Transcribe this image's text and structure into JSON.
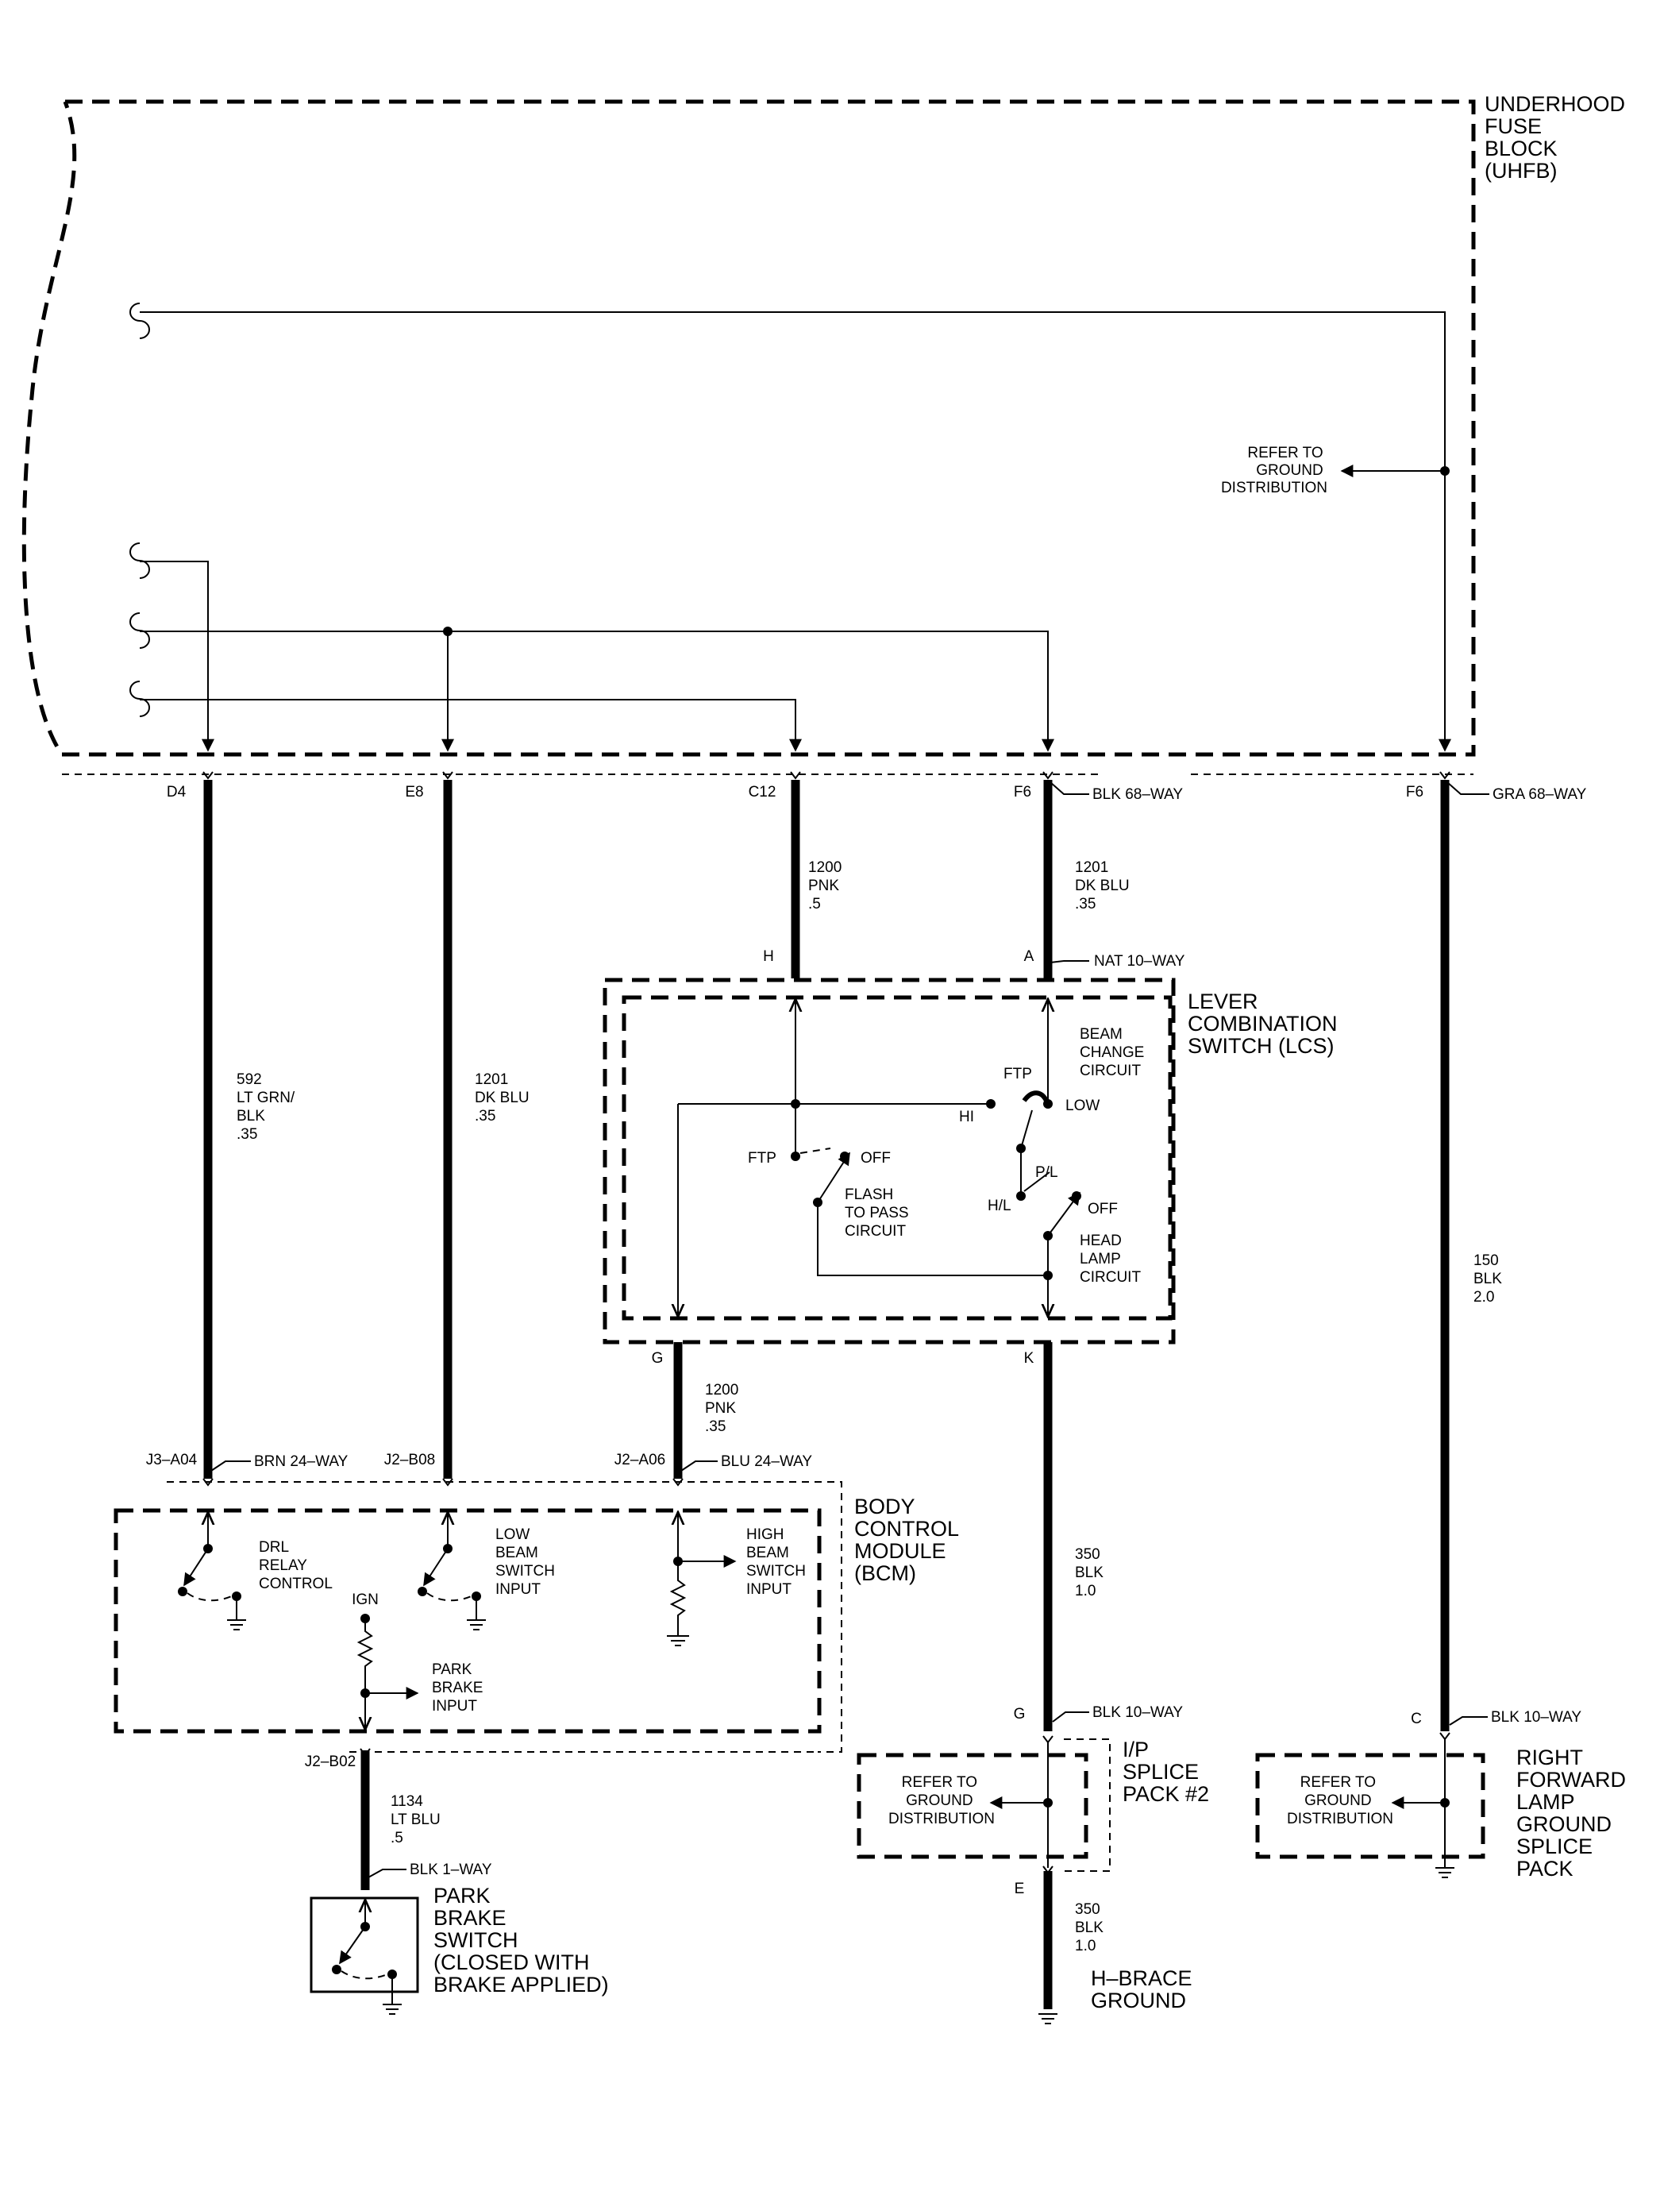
{
  "uhfb": {
    "title": [
      "UNDERHOOD",
      "FUSE",
      "BLOCK",
      "(UHFB)"
    ]
  },
  "refer_ground": [
    "REFER TO",
    "GROUND",
    "DISTRIBUTION"
  ],
  "connectors": {
    "uhfb_pins": {
      "d4": "D4",
      "e8": "E8",
      "c12": "C12",
      "f6_blk": "F6",
      "f6_gra": "F6"
    },
    "blk68": "BLK 68–WAY",
    "gra68": "GRA 68–WAY",
    "nat10": "NAT 10–WAY",
    "lcs_pins": {
      "h": "H",
      "a": "A",
      "g": "G",
      "k": "K"
    },
    "bcm_pins": {
      "j3a04": "J3–A04",
      "j2b08": "J2–B08",
      "j2a06": "J2–A06",
      "j2b02": "J2–B02"
    },
    "brn24": "BRN 24–WAY",
    "blu24": "BLU 24–WAY",
    "blk1": "BLK 1–WAY",
    "blk10_g": "BLK 10–WAY",
    "blk10_c": "BLK 10–WAY",
    "splice_pins": {
      "g": "G",
      "e": "E",
      "c": "C"
    }
  },
  "wires": {
    "w592": [
      "592",
      "LT GRN/",
      "BLK",
      ".35"
    ],
    "w1201_left": [
      "1201",
      "DK BLU",
      ".35"
    ],
    "w1200_top": [
      "1200",
      "PNK",
      ".5"
    ],
    "w1201_top": [
      "1201",
      "DK BLU",
      ".35"
    ],
    "w1200_bottom": [
      "1200",
      "PNK",
      ".35"
    ],
    "w350_top": [
      "350",
      "BLK",
      "1.0"
    ],
    "w350_bottom": [
      "350",
      "BLK",
      "1.0"
    ],
    "w150": [
      "150",
      "BLK",
      "2.0"
    ],
    "w1134": [
      "1134",
      "LT BLU",
      ".5"
    ]
  },
  "lcs": {
    "title": [
      "LEVER",
      "COMBINATION",
      "SWITCH (LCS)"
    ],
    "beam_change": [
      "BEAM",
      "CHANGE",
      "CIRCUIT"
    ],
    "ftp_top": "FTP",
    "hi": "HI",
    "low": "LOW",
    "ftp_left": "FTP",
    "off_left": "OFF",
    "flash": [
      "FLASH",
      "TO PASS",
      "CIRCUIT"
    ],
    "pl": "P/L",
    "hl": "H/L",
    "off_right": "OFF",
    "head_lamp": [
      "HEAD",
      "LAMP",
      "CIRCUIT"
    ]
  },
  "bcm": {
    "title": [
      "BODY",
      "CONTROL",
      "MODULE",
      "(BCM)"
    ],
    "drl": [
      "DRL",
      "RELAY",
      "CONTROL"
    ],
    "low_beam": [
      "LOW",
      "BEAM",
      "SWITCH",
      "INPUT"
    ],
    "high_beam": [
      "HIGH",
      "BEAM",
      "SWITCH",
      "INPUT"
    ],
    "ign": "IGN",
    "park_input": [
      "PARK",
      "BRAKE",
      "INPUT"
    ]
  },
  "park_switch": {
    "label": [
      "PARK",
      "BRAKE",
      "SWITCH",
      "(CLOSED WITH",
      "BRAKE APPLIED)"
    ]
  },
  "ip_splice": {
    "label": [
      "I/P",
      "SPLICE",
      "PACK #2"
    ]
  },
  "rf_splice": {
    "label": [
      "RIGHT",
      "FORWARD",
      "LAMP",
      "GROUND",
      "SPLICE",
      "PACK"
    ]
  },
  "h_brace": {
    "label": [
      "H–BRACE",
      "GROUND"
    ]
  }
}
